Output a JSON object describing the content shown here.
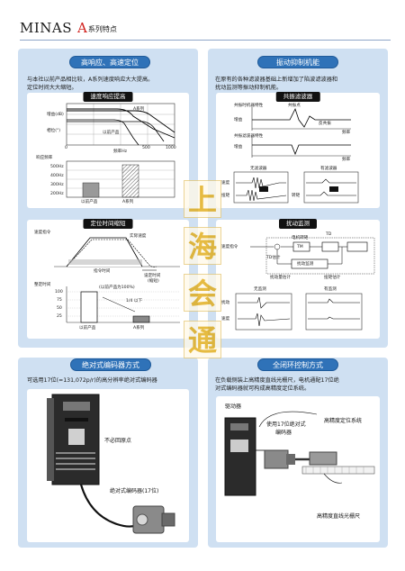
{
  "header": {
    "brand": "MINAS",
    "series_letter": "A",
    "series_suffix": "系列特点"
  },
  "watermark": [
    "上",
    "海",
    "会",
    "通"
  ],
  "panels": {
    "response": {
      "title": "高响应、高速定位",
      "text": [
        "与本社以前产品相比较，A系列速度响应大大提高。",
        "定位时间大大缩短。"
      ],
      "card1": {
        "title": "速度响应提高",
        "labels": {
          "gain": "增益(dB)",
          "phase": "相位(°)",
          "prev": "以前产品",
          "a": "A系列",
          "freq": "频率Hz",
          "resp": "响应频率",
          "xt": [
            "0",
            "500",
            "1000"
          ],
          "yt": [
            "500Hz",
            "400Hz",
            "300Hz",
            "200Hz"
          ],
          "bars": [
            "以前产品",
            "A系列"
          ]
        }
      },
      "card2": {
        "title": "定位时间缩短",
        "labels": {
          "speed_cmd": "速度指令",
          "actual": "实际速度",
          "cmd_time": "指令时间",
          "settle": "设定时间",
          "settle_sub": "(缩短)",
          "settle_time": "整定时间",
          "index": "(以前产品为100%)",
          "quarter": "1/4 以下",
          "prev": "以前产品",
          "a": "A系列",
          "yt": [
            "100",
            "75",
            "50",
            "25"
          ]
        }
      }
    },
    "vibration": {
      "title": "振动抑制机能",
      "text": [
        "在原有的各种滤波器基础上新增加了陷波滤波器和",
        "扰动监测等振动抑制机能。"
      ],
      "card1": {
        "title": "共振滤波器",
        "labels": {
          "char": "共振时机器特性",
          "reson": "共振点",
          "anti": "反共振",
          "gain": "增益",
          "freq": "频率",
          "filter": "共振滤波器特性",
          "nofilt": "无滤波器",
          "withfilt": "有滤波器",
          "speed": "速度",
          "torque": "扭矩",
          "sub": "转矩"
        }
      },
      "card2": {
        "title": "扰动监测",
        "labels": {
          "cmd": "速度指令",
          "motor": "电机转矩",
          "tm": "TM",
          "td": "TD",
          "td_est": "TD估计",
          "estimate": "扰动量估计",
          "torque_est": "扭矩估计",
          "obs": "扰动监测",
          "nomon": "无监测",
          "withmon": "有监测",
          "dist": "扰动",
          "speed": "速度"
        }
      }
    },
    "encoder": {
      "title": "绝对式编码器方式",
      "text": [
        "可选用17位(=131,072p/r)的高分辨率绝对式编码器"
      ],
      "callout_origin": "不必回原点",
      "callout_encoder": "绝对式编码器(17位)"
    },
    "closed": {
      "title": "全闭环控制方式",
      "text": [
        "在负载侧装上高精度直线光栅尺，电机通配17位绝",
        "对式编码器就可构成高精度定位系统。"
      ],
      "driver": "驱动器",
      "encoder_box": [
        "使用17位绝对式",
        "编码器"
      ],
      "positioning": "高精度定位系统",
      "scale": "高精度直线光栅尺"
    }
  },
  "colors": {
    "panel": "#cfe0f2",
    "title": "#2f72b8",
    "accent": "#d0201c"
  }
}
